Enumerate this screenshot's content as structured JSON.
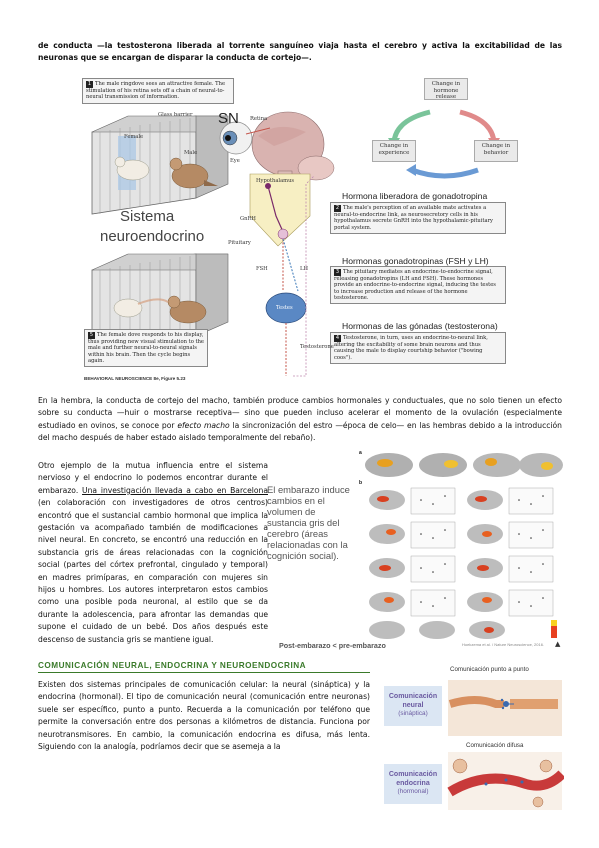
{
  "intro": {
    "text": "de conducta —la testosterona liberada al torrente sanguíneo viaja hasta el cerebro y activa la excitabilidad de las neuronas que se encargan de disparar la conducta de cortejo—."
  },
  "figure1": {
    "notes": [
      {
        "num": "1",
        "text": "The male ringdove sees an attractive female. The stimulation of his retina sets off a chain of neural-to-neural transmission of information."
      },
      {
        "num": "2",
        "text": "The male's perception of an available mate activates a neural-to-endocrine link, as neurosecretory cells in his hypothalamus secrete GnRH into the hypothalamic-pituitary portal system."
      },
      {
        "num": "3",
        "text": "The pituitary mediates an endocrine-to-endocrine signal, releasing gonadotropins (LH and FSH). These hormones provide an endocrine-to-endocrine signal, inducing the testes to increase production and release of the hormone testosterone."
      },
      {
        "num": "4",
        "text": "Testosterone, in turn, uses an endocrine-to-neural link, altering the excitability of some brain neurons and thus causing the male to display courtship behavior (\"bowing coos\")."
      },
      {
        "num": "5",
        "text": "The female dove responds to his display, thus providing new visual stimulation to the male and further neural-to-neural signals within his brain. Then the cycle begins again."
      }
    ],
    "labels": {
      "glass_barrier": "Glass barrier",
      "female": "Female",
      "male": "Male",
      "sn": "SN",
      "retina": "Retina",
      "eye": "Eye",
      "hypothalamus": "Hypothalamus",
      "gnrh": "GnRH",
      "pituitary": "Pituitary",
      "fsh": "FSH",
      "lh": "LH",
      "testes": "Testes",
      "testosterone": "Testosterone",
      "sistema": "Sistema",
      "neuroendocrino": "neuroendocrino",
      "credit": "BEHAVIORAL NEUROSCIENCE 8e, Figure 5.23"
    },
    "headings": {
      "gnrh": "Hormona liberadora de gonadotropina",
      "fsh_lh": "Hormonas gonadotropinas (FSH y LH)",
      "gonadas": "Hormonas de las gónadas (testosterona)"
    },
    "cycle": {
      "top": "Change in hormone release",
      "left": "Change in experience",
      "right": "Change in behavior"
    }
  },
  "middle": {
    "p1": "En la hembra, la conducta de cortejo del macho, también produce cambios hormonales y conductuales, que no solo tienen un efecto sobre su conducta —huir o mostrarse receptiva— sino que pueden incluso acelerar el momento de la ovulación (especialmente estudiado en ovinos, se conoce por ",
    "p1_italic": "efecto macho",
    "p1_end": " la sincronización del estro —época de celo— en las hembras debido a la introducción del macho después de haber estado aislado temporalmente del rebaño)."
  },
  "column": {
    "part1": "Otro ejemplo de la mutua influencia entre el sistema nervioso y el endocrino lo podemos encontrar durante el embarazo. ",
    "link": "Una investigación llevada a cabo en Barcelona",
    "part2": " (en colaboración con investigadores de otros centros) encontró que el sustancial cambio hormonal que implica la gestación va acompañado también de modificaciones a nivel neural. En concreto, se encontró una reducción en la substancia gris de áreas relacionadas con la cognición social (partes del córtex prefrontal, cingulado y temporal) en madres primíparas, en comparación con mujeres sin hijos u hombres. Los autores interpretaron estos cambios como una posible poda neuronal, al estilo que se da durante la adolescencia, para afrontar las demandas que supone el cuidado de un bebé. Dos años después este descenso de sustancia gris se mantiene igual."
  },
  "figure2": {
    "title": "El embarazo induce cambios en el volumen de sustancia gris del cerebro (áreas relacionadas con la cognición social).",
    "bottom": "Post-embarazo < pre-embarazo",
    "credit": "Hoekzema et al. / Nature Neuroscience, 2016.",
    "panel_a": "a",
    "panel_b": "b"
  },
  "section": {
    "heading": "COMUNICACIÓN NEURAL, ENDOCRINA Y NEUROENDOCRINA",
    "text": "Existen dos sistemas principales de comunicación celular: la neural (sináptica) y la endocrina (hormonal). El tipo de comunicación neural (comunicación entre neuronas) suele ser específico, punto a punto. Recuerda a la comunicación por teléfono que permite la conversación entre dos personas a kilómetros de distancia. Funciona por neurotransmisores. En cambio, la comunicación endocrina es difusa, más lenta. Siguiendo con la analogía, podríamos decir que se asemeja a la"
  },
  "figure3": {
    "title_top": "Comunicación punto a punto",
    "title_bottom": "Comunicación difusa",
    "neural_label": "Comunicación neural",
    "neural_sub": "(sináptica)",
    "endocrine_label": "Comunicación endocrina",
    "endocrine_sub": "(hormonal)"
  }
}
